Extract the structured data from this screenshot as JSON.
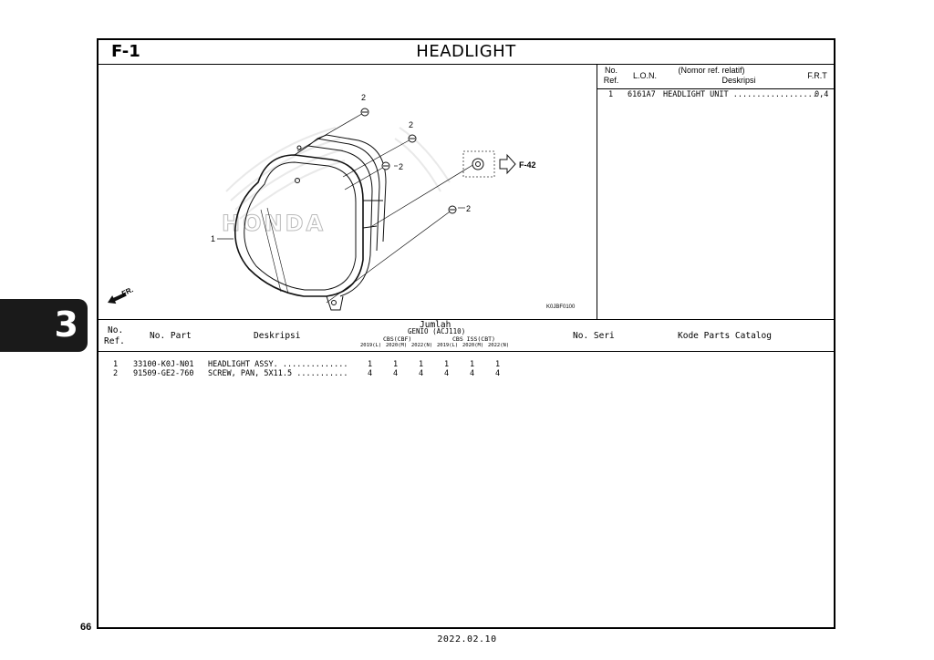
{
  "header": {
    "section_code": "F-1",
    "title": "HEADLIGHT"
  },
  "diagram": {
    "callouts": [
      "2",
      "2",
      "2",
      "2",
      "1"
    ],
    "ref_arrow_label": "F-42",
    "direction_label": "FR.",
    "figure_code": "K0JBF0100",
    "watermark": "HONDA"
  },
  "lon_table": {
    "col_no": "No.",
    "col_ref": "Ref.",
    "col_lon": "L.O.N.",
    "col_desc_top": "(Nomor ref. relatif)",
    "col_desc": "Deskripsi",
    "col_frt": "F.R.T",
    "rows": [
      {
        "no": "1",
        "lon": "6161A7",
        "desc": "HEADLIGHT UNIT ..................",
        "frt": "0,4"
      }
    ]
  },
  "parts_table": {
    "col_no": "No.",
    "col_ref": "Ref.",
    "col_part": "No. Part",
    "col_desc": "Deskripsi",
    "col_qty": "Jumlah",
    "model": "GENIO (ACJ110)",
    "group_a": "CBS(CBF)",
    "group_b": "CBS ISS(CBT)",
    "years": [
      "2019(L)",
      "2020(M)",
      "2022(N)",
      "2019(L)",
      "2020(M)",
      "2022(N)"
    ],
    "col_serial": "No. Seri",
    "col_catalog": "Kode Parts Catalog",
    "rows": [
      {
        "no": "1",
        "part": "33100-K0J-N01",
        "desc": "HEADLIGHT ASSY. ..............",
        "qty": [
          "1",
          "1",
          "1",
          "1",
          "1",
          "1"
        ]
      },
      {
        "no": "2",
        "part": "91509-GE2-760",
        "desc": "SCREW, PAN, 5X11.5 ...........",
        "qty": [
          "4",
          "4",
          "4",
          "4",
          "4",
          "4"
        ]
      }
    ]
  },
  "side_tab": "3",
  "page_number": "66",
  "footer_date": "2022.02.10"
}
